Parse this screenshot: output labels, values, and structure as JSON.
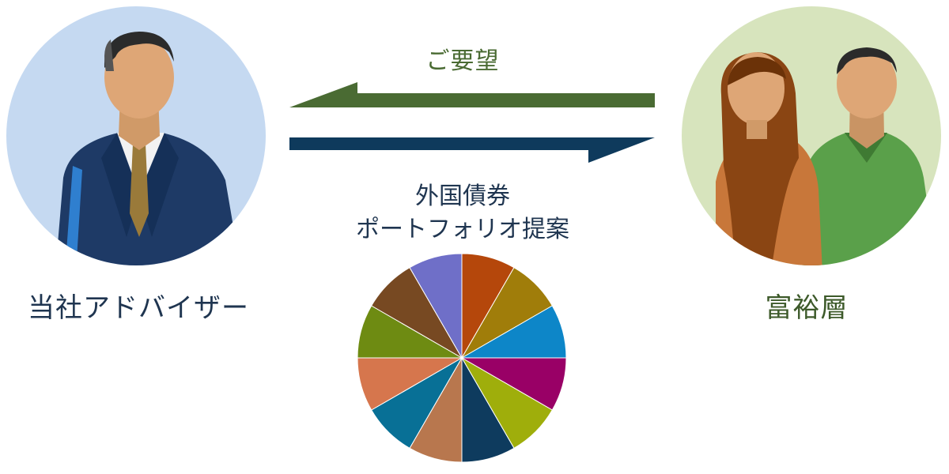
{
  "advisor": {
    "label": "当社アドバイザー",
    "icon": "businessman-icon",
    "circle_color": "#c5d9f1"
  },
  "wealthy": {
    "label": "富裕層",
    "icon": "couple-icon",
    "circle_color": "#d7e4bd"
  },
  "request_arrow": {
    "label": "ご要望",
    "direction": "right-to-left",
    "color": "#4a6b33"
  },
  "proposal_arrow": {
    "line1": "外国債券",
    "line2": "ポートフォリオ提案",
    "direction": "left-to-right",
    "color": "#0e3a5c"
  },
  "portfolio_pie": {
    "icon": "pie-chart-icon",
    "slice_count": 12,
    "slice_colors": [
      "#b5470b",
      "#a07d0a",
      "#0d86c8",
      "#990066",
      "#9fae0b",
      "#0e3b5e",
      "#b8774e",
      "#087096",
      "#d6764d",
      "#6e8b12",
      "#774922",
      "#6f6fc8"
    ]
  }
}
